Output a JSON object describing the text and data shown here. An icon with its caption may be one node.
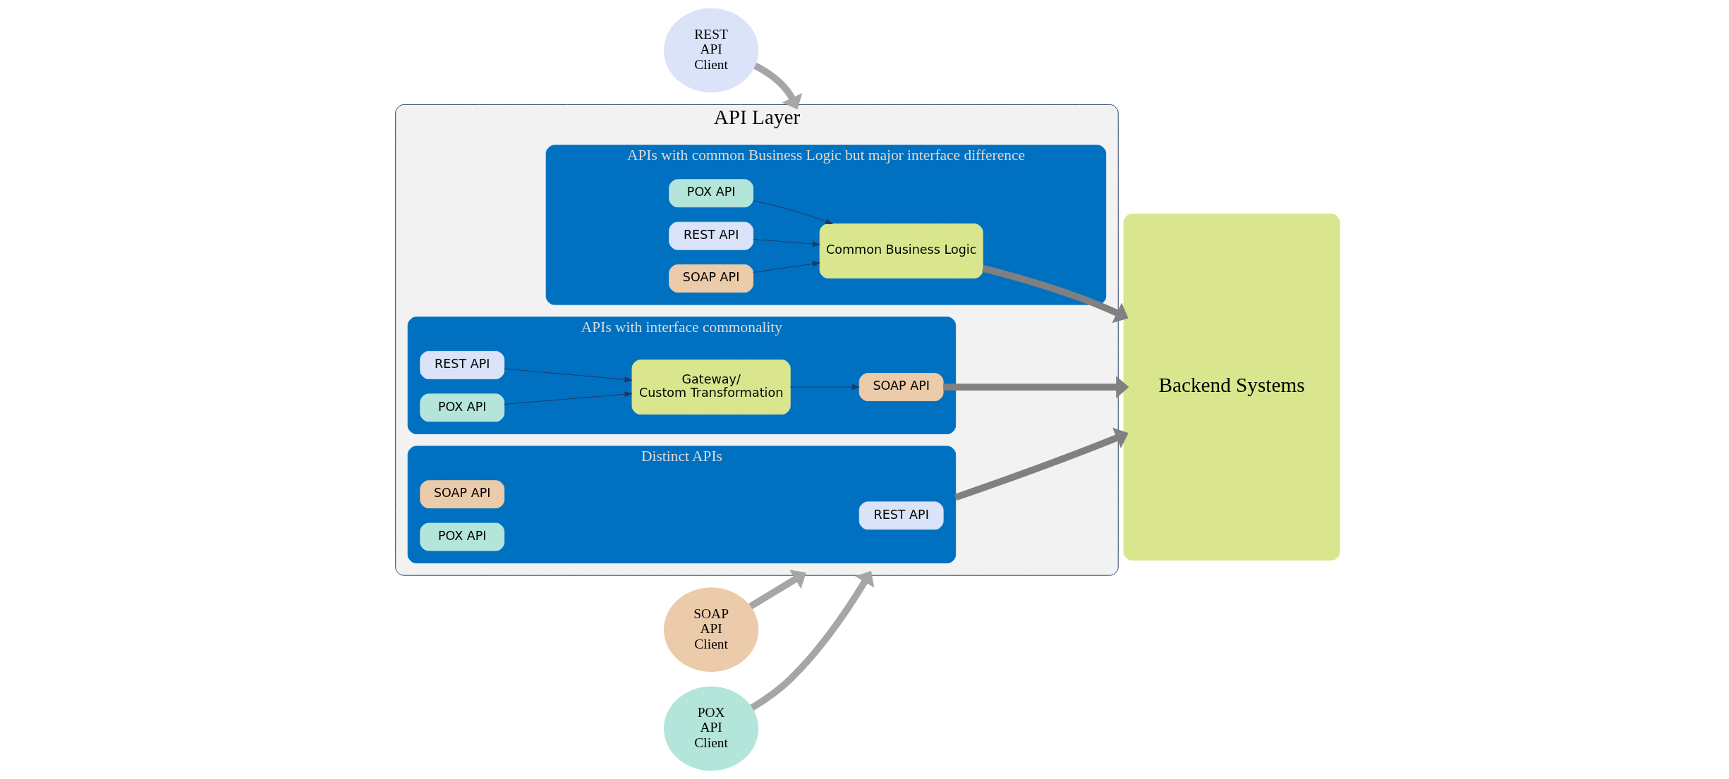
{
  "diagram": {
    "nodes": [
      {
        "text": [
          "REST API Client"
        ]
      },
      {
        "text": [
          "SOAP API Client"
        ]
      },
      {
        "text": [
          "POX API Client"
        ]
      },
      {
        "text": [
          "API Layer"
        ]
      },
      {
        "text": [
          "Distinct APIs"
        ],
        "in": 3
      },
      {
        "text": [
          "REST API"
        ],
        "in": 4
      },
      {
        "text": [
          "SOAP API"
        ],
        "in": 4
      },
      {
        "text": [
          "POX API"
        ],
        "in": 4
      },
      {
        "text": [
          "APIs with common Business Logic but major interface difference"
        ],
        "in": 3
      },
      {
        "text": [
          "REST API"
        ],
        "in": 8
      },
      {
        "text": [
          "SOAP API"
        ],
        "in": 8
      },
      {
        "text": [
          "POX API"
        ],
        "in": 8
      },
      {
        "text": [
          "Common Business Logic"
        ],
        "in": 8
      },
      {
        "text": [
          "APIs with interface commonality"
        ],
        "in": 3
      },
      {
        "text": [
          "REST API"
        ],
        "in": 13
      },
      {
        "text": [
          "POX API"
        ],
        "in": 13
      },
      {
        "text": [
          "Gateway/ Custom Transformation"
        ],
        "in": 13
      },
      {
        "text": [
          "SOAP API"
        ],
        "in": 13
      },
      {
        "text": [
          "Backend Systems"
        ]
      }
    ],
    "edges": [
      {
        "from": 0,
        "to": 3,
        "arrow": "to",
        "style": "thick",
        "color": "#a6a6a6"
      },
      {
        "from": 1,
        "to": 3,
        "arrow": "to",
        "style": "thick",
        "color": "#a6a6a6"
      },
      {
        "from": 2,
        "to": 3,
        "arrow": "to",
        "style": "thick",
        "color": "#a6a6a6"
      },
      {
        "from": 4,
        "to": 18,
        "arrow": "to",
        "style": "thick",
        "color": "#808080"
      },
      {
        "from": 9,
        "to": 12,
        "arrow": "to"
      },
      {
        "from": 10,
        "to": 12,
        "arrow": "to"
      },
      {
        "from": 11,
        "to": 12,
        "arrow": "to"
      },
      {
        "from": 12,
        "to": 18,
        "arrow": "to",
        "style": "thick",
        "color": "#808080"
      },
      {
        "from": 14,
        "to": 16,
        "arrow": "to"
      },
      {
        "from": 15,
        "to": 16,
        "arrow": "to"
      },
      {
        "from": 16,
        "to": 17,
        "arrow": "to"
      },
      {
        "from": 17,
        "to": 18,
        "arrow": "to",
        "style": "thick",
        "color": "#808080"
      }
    ]
  }
}
